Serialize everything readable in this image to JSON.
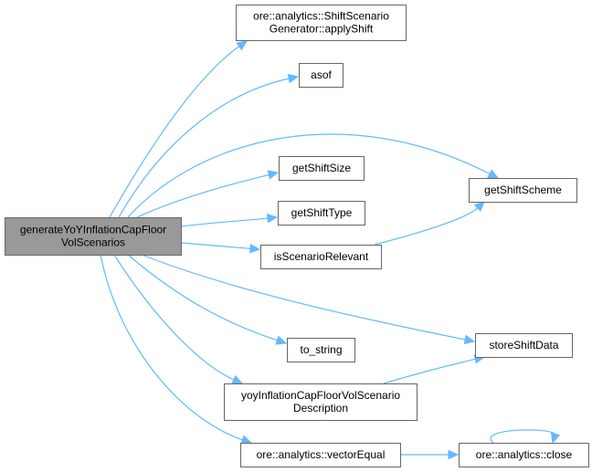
{
  "graph": {
    "type": "call-graph",
    "edge_color": "#63b8ff",
    "root_fill": "#999999",
    "node_fill": "#ffffff",
    "border_color": "#666666",
    "nodes": [
      {
        "id": "root",
        "lines": [
          "generateYoYInflationCapFloor",
          "VolScenarios"
        ],
        "root": true
      },
      {
        "id": "applyShift",
        "lines": [
          "ore::analytics::ShiftScenario",
          "Generator::applyShift"
        ]
      },
      {
        "id": "asof",
        "lines": [
          "asof"
        ]
      },
      {
        "id": "getShiftSize",
        "lines": [
          "getShiftSize"
        ]
      },
      {
        "id": "getShiftType",
        "lines": [
          "getShiftType"
        ]
      },
      {
        "id": "isScenarioRelevant",
        "lines": [
          "isScenarioRelevant"
        ]
      },
      {
        "id": "getShiftScheme",
        "lines": [
          "getShiftScheme"
        ]
      },
      {
        "id": "to_string",
        "lines": [
          "to_string"
        ]
      },
      {
        "id": "storeShiftData",
        "lines": [
          "storeShiftData"
        ]
      },
      {
        "id": "yoyDescription",
        "lines": [
          "yoyInflationCapFloorVolScenario",
          "Description"
        ]
      },
      {
        "id": "vectorEqual",
        "lines": [
          "ore::analytics::vectorEqual"
        ]
      },
      {
        "id": "close",
        "lines": [
          "ore::analytics::close"
        ]
      }
    ],
    "edges": [
      {
        "from": "root",
        "to": "applyShift"
      },
      {
        "from": "root",
        "to": "asof"
      },
      {
        "from": "root",
        "to": "getShiftScheme"
      },
      {
        "from": "root",
        "to": "getShiftSize"
      },
      {
        "from": "root",
        "to": "getShiftType"
      },
      {
        "from": "root",
        "to": "isScenarioRelevant"
      },
      {
        "from": "root",
        "to": "storeShiftData"
      },
      {
        "from": "root",
        "to": "to_string"
      },
      {
        "from": "root",
        "to": "yoyDescription"
      },
      {
        "from": "root",
        "to": "vectorEqual"
      },
      {
        "from": "isScenarioRelevant",
        "to": "getShiftScheme"
      },
      {
        "from": "yoyDescription",
        "to": "storeShiftData"
      },
      {
        "from": "vectorEqual",
        "to": "close"
      },
      {
        "from": "close",
        "to": "close"
      }
    ]
  }
}
